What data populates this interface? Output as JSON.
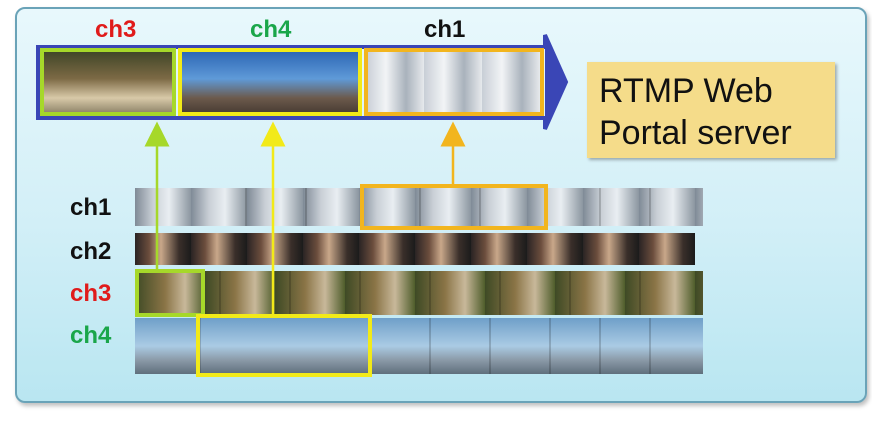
{
  "top_labels": {
    "ch3": "ch3",
    "ch4": "ch4",
    "ch1": "ch1"
  },
  "row_labels": [
    "ch1",
    "ch2",
    "ch3",
    "ch4"
  ],
  "server": {
    "line1": "RTMP Web",
    "line2": "Portal server"
  },
  "colors": {
    "ch3_label": "#e01b1b",
    "ch4_label": "#1aa64a",
    "ch1_label": "#111111",
    "ch3_box": "#a6d82a",
    "ch4_box": "#f2ea19",
    "ch1_box": "#f2b51e",
    "timeline_arrow": "#3a46b6",
    "server_box": "#f5dc8a"
  }
}
